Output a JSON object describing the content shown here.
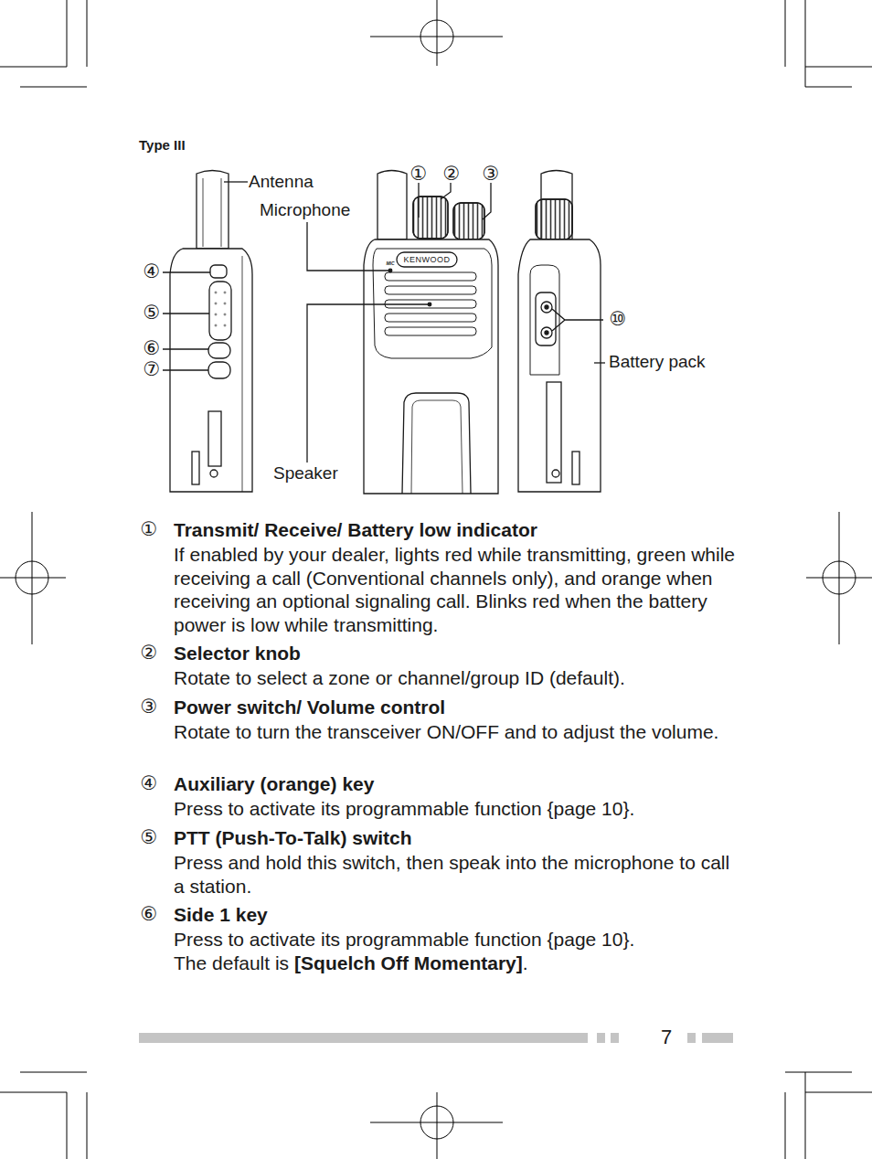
{
  "diagram": {
    "title": "Type III",
    "labels": [
      "Antenna",
      "Microphone",
      "①",
      "②",
      "③",
      "④",
      "⑤",
      "⑥",
      "⑦",
      "⑩",
      "Battery pack",
      "Speaker",
      "①",
      "Transmit/ Receive/ Battery low indicator",
      "If enabled by your dealer, lights red while transmitting, green while receiving a call (Conventional channels only), and orange when receiving an optional signaling call. Blinks red when the battery power is low while transmitting.",
      "②",
      "Selector knob",
      "Rotate to select a zone or channel/group ID (default).",
      "③",
      "Power switch/ Volume control",
      "Rotate to turn the transceiver ON/OFF and to adjust the volume.",
      "④",
      "Auxiliary (orange) key",
      "Press to activate its programmable function {page 10}.",
      "⑤",
      "PTT (Push-To-Talk) switch",
      "Press and hold this switch, then speak into the microphone to call a station.",
      "⑥",
      "Side 1 key",
      "Press to activate its programmable function {page 10}.",
      "The default is",
      "[Squelch Off Momentary]",
      ".",
      "7",
      "KENWOOD",
      "MIC"
    ]
  }
}
